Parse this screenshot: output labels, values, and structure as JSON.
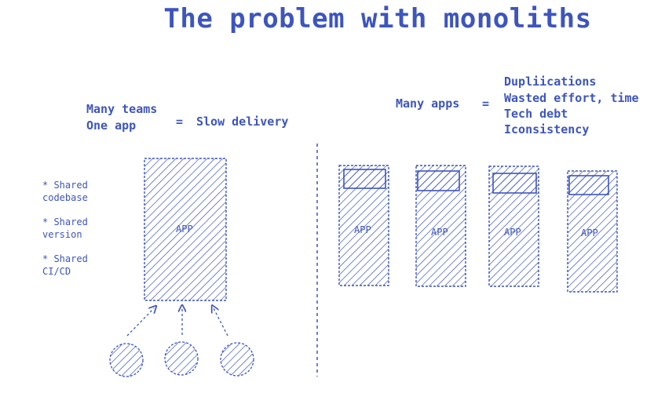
{
  "title": "The problem with monoliths",
  "left": {
    "teams_line1": "Many teams",
    "teams_line2": "One app",
    "equals": "=",
    "result": "Slow delivery",
    "shared": [
      {
        "line1": "* Shared",
        "line2": "codebase"
      },
      {
        "line1": "* Shared",
        "line2": "version"
      },
      {
        "line1": "* Shared",
        "line2": "CI/CD"
      }
    ],
    "app_label": "APP"
  },
  "right": {
    "lhs": "Many apps",
    "equals": "=",
    "consequences": [
      "Dupliications",
      "Wasted effort, time",
      "Tech debt",
      "Iconsistency"
    ],
    "app_labels": [
      "APP",
      "APP",
      "APP",
      "APP"
    ]
  },
  "colors": {
    "ink": "#3d55bd"
  }
}
